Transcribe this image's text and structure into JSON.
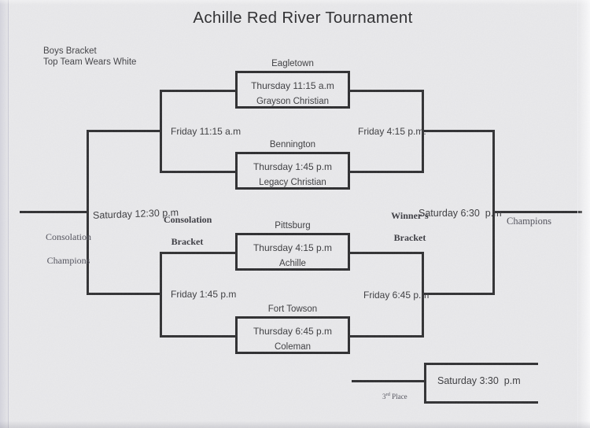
{
  "header": {
    "title": "Achille Red River Tournament",
    "note_line1": "Boys Bracket",
    "note_line2": "Top Team Wears White"
  },
  "colors": {
    "paper": "#e9e9eb",
    "ink_line": "#303032",
    "ink_text": "#3b3b3e"
  },
  "games": [
    {
      "top_team": "Eagletown",
      "time": "Thursday 11:15 a.m",
      "bottom_team": "Grayson Christian"
    },
    {
      "top_team": "Bennington",
      "time": "Thursday 1:45 p.m",
      "bottom_team": "Legacy Christian"
    },
    {
      "top_team": "Pittsburg",
      "time": "Thursday 4:15 p.m",
      "bottom_team": "Achille"
    },
    {
      "top_team": "Fort Towson",
      "time": "Thursday 6:45 p.m",
      "bottom_team": "Coleman"
    }
  ],
  "round2": {
    "upper_left": "Friday 11:15 a.m",
    "lower_left": "Friday 1:45 p.m",
    "upper_right": "Friday 4:15 p.m.",
    "lower_right": "Friday 6:45 p.m"
  },
  "finals": {
    "consolation": "Saturday 12:30 p.m",
    "championship": "Saturday 6:30  p.m",
    "third_place": "Saturday 3:30  p.m"
  },
  "sections": {
    "consolation_bracket": [
      "Consolation",
      "Bracket"
    ],
    "winners_bracket": [
      "Winner’s",
      "Bracket"
    ],
    "consolation_champions": [
      "Consolation",
      "Champions"
    ],
    "champions": "Champions",
    "third_place": {
      "num": "3",
      "sup": "rd",
      "word": " Place"
    }
  }
}
